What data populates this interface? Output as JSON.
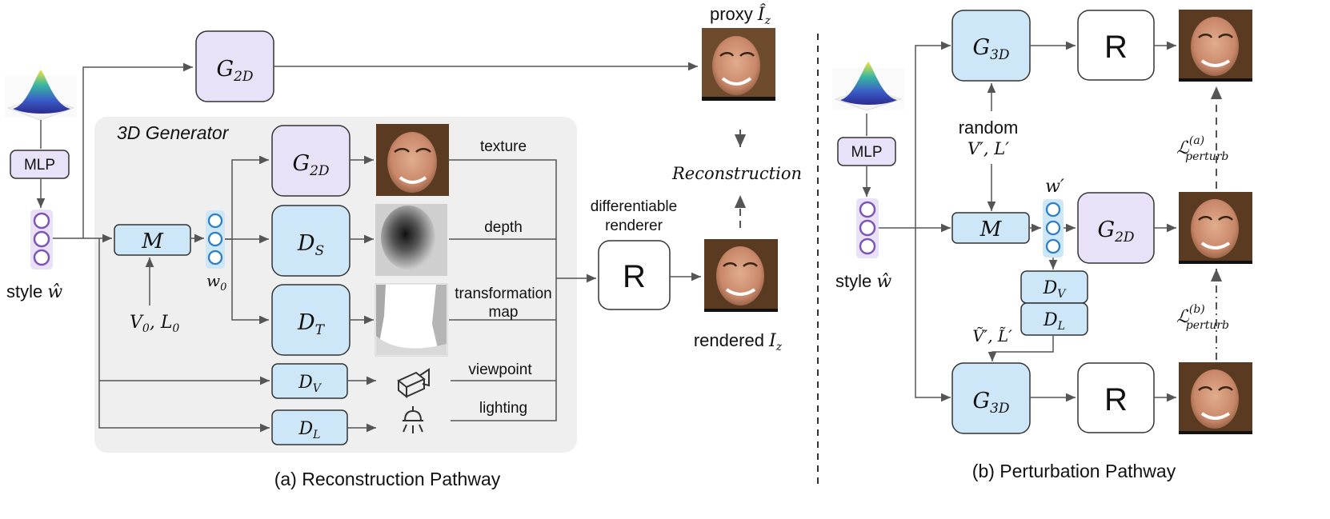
{
  "left_panel": {
    "caption": "(a) Reconstruction Pathway",
    "generator_title": "3D Generator",
    "mlp": "MLP",
    "style_label": "style",
    "style_symbol": "ŵ",
    "mapping": {
      "main": "M"
    },
    "w0": {
      "main": "w",
      "sub": "0"
    },
    "v0l0": {
      "a": "V",
      "a_sub": "0",
      "sep": ", ",
      "b": "L",
      "b_sub": "0"
    },
    "g2d_top": {
      "main": "G",
      "sub": "2D"
    },
    "g2d_inner": {
      "main": "G",
      "sub": "2D"
    },
    "ds": {
      "main": "D",
      "sub": "S"
    },
    "dt": {
      "main": "D",
      "sub": "T"
    },
    "dv": {
      "main": "D",
      "sub": "V"
    },
    "dl": {
      "main": "D",
      "sub": "L"
    },
    "out_labels": {
      "texture": "texture",
      "depth": "depth",
      "transformation_1": "transformation",
      "transformation_2": "map",
      "viewpoint": "viewpoint",
      "lighting": "lighting"
    },
    "renderer_label_1": "differentiable",
    "renderer_label_2": "renderer",
    "renderer": "R",
    "proxy": {
      "prefix": "proxy ",
      "main": "Î",
      "sub": "z"
    },
    "rendered": {
      "prefix": "rendered ",
      "main": "I",
      "sub": "z"
    },
    "reconstruction": "Reconstruction"
  },
  "right_panel": {
    "caption": "(b) Perturbation Pathway",
    "mlp": "MLP",
    "style_label": "style",
    "style_symbol": "ŵ",
    "g3d_top": {
      "main": "G",
      "sub": "3D"
    },
    "g3d_bottom": {
      "main": "G",
      "sub": "3D"
    },
    "r_top": "R",
    "r_bottom": "R",
    "random_1": "random",
    "random_2": "V′, L′",
    "mapping": {
      "main": "M"
    },
    "w_prime": "w′",
    "g2d": {
      "main": "G",
      "sub": "2D"
    },
    "dv": {
      "main": "D",
      "sub": "V"
    },
    "dl": {
      "main": "D",
      "sub": "L"
    },
    "perturbed_vl": "Ṽ′, L̃′",
    "loss_a": {
      "main": "ℒ",
      "sup": "(a)",
      "sub": "perturb"
    },
    "loss_b": {
      "main": "ℒ",
      "sup": "(b)",
      "sub": "perturb"
    }
  },
  "colors": {
    "blue_fill": "#cde6f8",
    "purple_fill": "#e9e1f7",
    "gray_panel": "#efefef",
    "node_blue": "#2e7fc4",
    "node_purple": "#7d55b5"
  },
  "icons": [
    "gaussian-surface-icon",
    "camera-icon",
    "lamp-icon",
    "face-image-icon",
    "depth-map-icon",
    "transformation-map-icon"
  ]
}
